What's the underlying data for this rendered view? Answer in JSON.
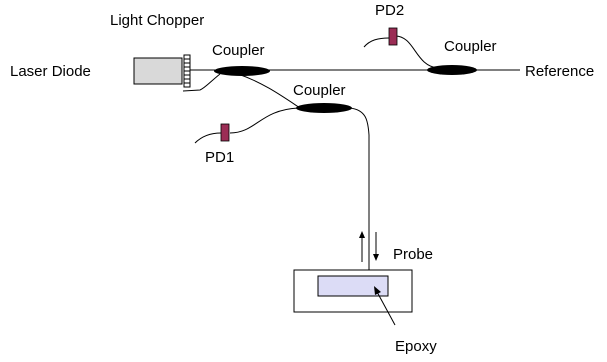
{
  "labels": {
    "light_chopper": "Light Chopper",
    "laser_diode": "Laser Diode",
    "coupler_main": "Coupler",
    "coupler_lower": "Coupler",
    "coupler_right": "Coupler",
    "pd2": "PD2",
    "pd1": "PD1",
    "reference": "Reference",
    "probe": "Probe",
    "epoxy": "Epoxy"
  },
  "colors": {
    "line": "#000000",
    "coupler": "#000000",
    "photodiode": "#9b2d55",
    "laser_body": "#d9d9d9",
    "epoxy_fill": "#dcdcf6",
    "background": "#ffffff"
  }
}
